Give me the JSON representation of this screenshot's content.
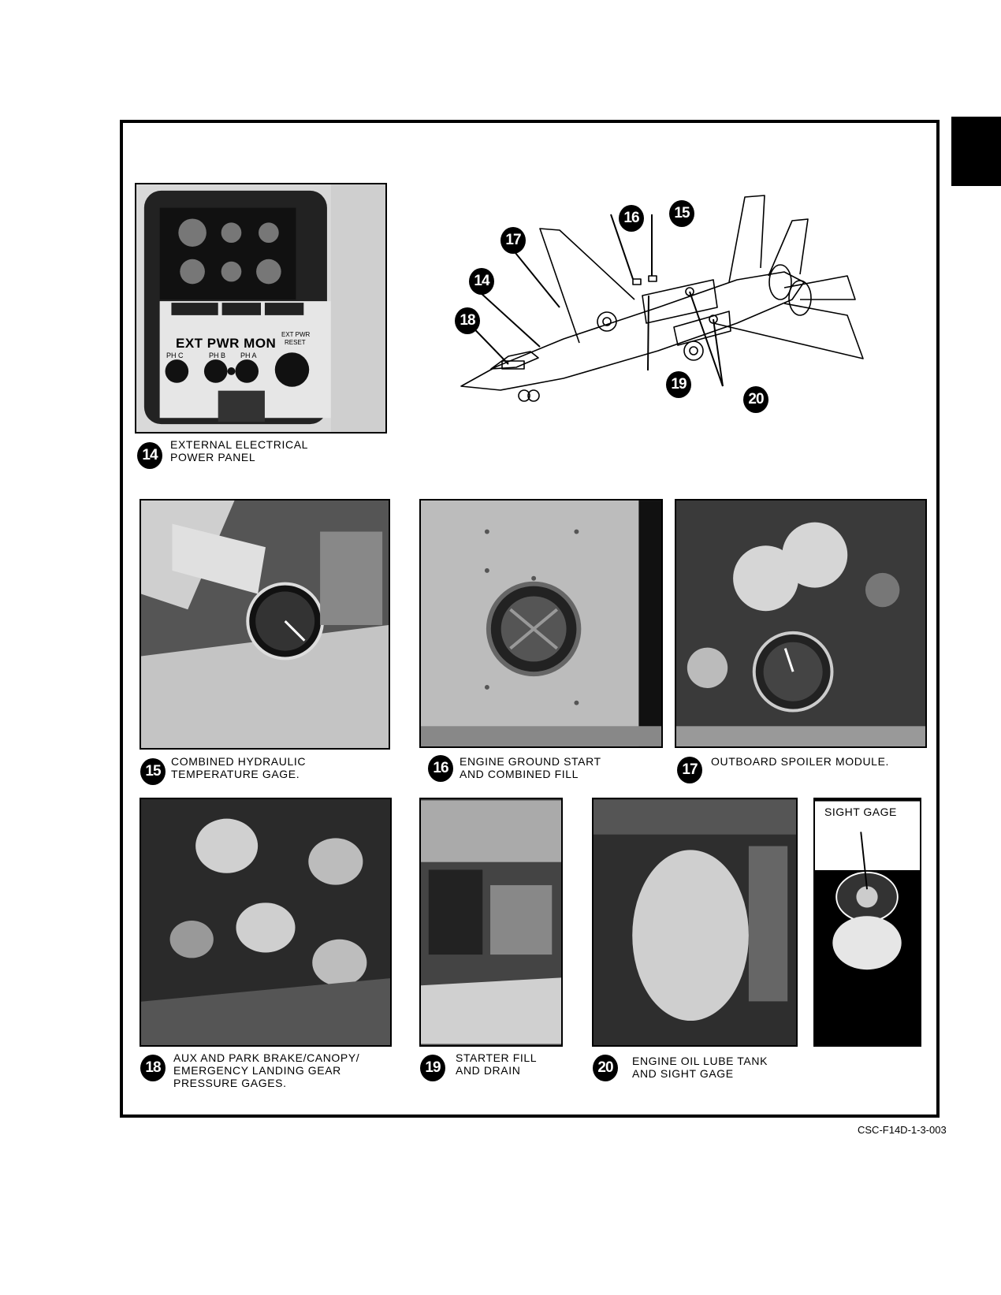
{
  "figure": {
    "doc_id": "CSC-F14D-1-3-003",
    "diagram_callouts": [
      "14",
      "15",
      "16",
      "17",
      "18",
      "19",
      "20"
    ],
    "items": [
      {
        "number": "14",
        "lines": [
          "EXTERNAL ELECTRICAL",
          "POWER PANEL"
        ],
        "photo_text": {
          "panel_label": "EXT PWR MON",
          "reset_label_1": "EXT PWR",
          "reset_label_2": "RESET",
          "ph_c": "PH C",
          "ph_b": "PH B",
          "ph_a": "PH A"
        }
      },
      {
        "number": "15",
        "lines": [
          "COMBINED HYDRAULIC",
          "TEMPERATURE GAGE."
        ]
      },
      {
        "number": "16",
        "lines": [
          "ENGINE GROUND START",
          "AND COMBINED FILL"
        ]
      },
      {
        "number": "17",
        "lines": [
          "OUTBOARD SPOILER MODULE."
        ]
      },
      {
        "number": "18",
        "lines": [
          "AUX AND PARK BRAKE/CANOPY/",
          "EMERGENCY LANDING GEAR",
          "PRESSURE GAGES."
        ]
      },
      {
        "number": "19",
        "lines": [
          "STARTER FILL",
          "AND DRAIN"
        ]
      },
      {
        "number": "20",
        "lines": [
          "ENGINE OIL LUBE TANK",
          "AND SIGHT GAGE"
        ],
        "inset_label": "SIGHT GAGE"
      }
    ]
  }
}
